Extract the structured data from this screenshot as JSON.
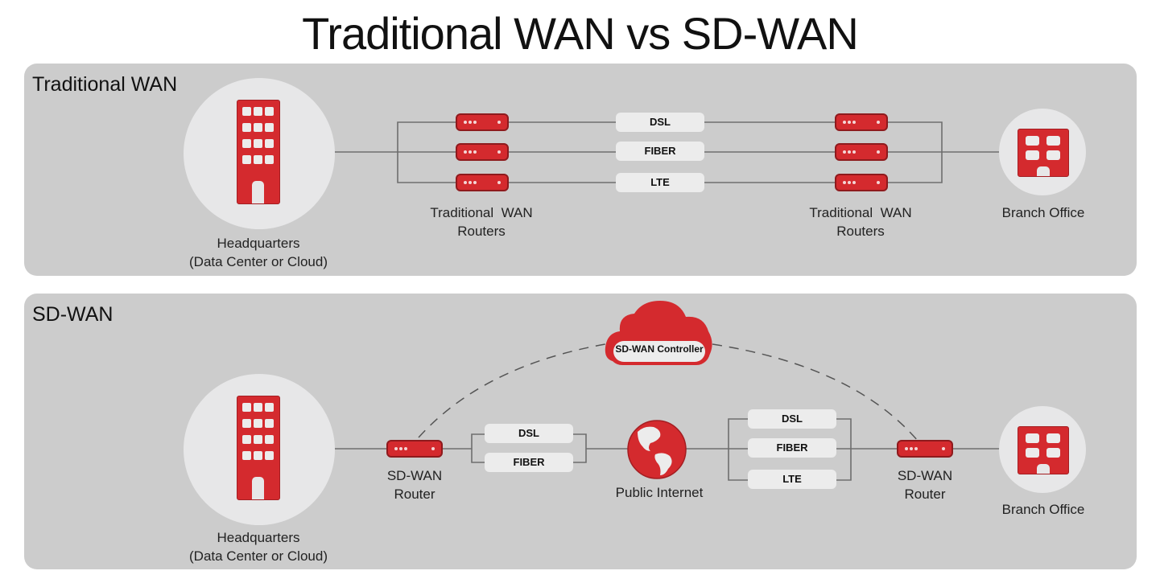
{
  "title": "Traditional WAN vs SD-WAN",
  "colors": {
    "accent_red": "#d42a2e",
    "panel_bg": "#cccccc",
    "node_circle_bg": "#e7e7e8",
    "link_label_bg": "#ececec",
    "wire": "#6e6e6e"
  },
  "traditional": {
    "label": "Traditional WAN",
    "headquarters": {
      "line1": "Headquarters",
      "line2": "(Data Center or Cloud)",
      "icon": "building-icon"
    },
    "left_routers": {
      "line1": "Traditional  WAN",
      "line2": "Routers",
      "count": 3,
      "icon": "router-icon"
    },
    "links": [
      "DSL",
      "FIBER",
      "LTE"
    ],
    "right_routers": {
      "line1": "Traditional  WAN",
      "line2": "Routers",
      "count": 3,
      "icon": "router-icon"
    },
    "branch": {
      "label": "Branch Office",
      "icon": "building-icon"
    }
  },
  "sdwan": {
    "label": "SD-WAN",
    "controller": {
      "label": "SD-WAN Controller",
      "icon": "cloud-icon"
    },
    "headquarters": {
      "line1": "Headquarters",
      "line2": "(Data Center or Cloud)",
      "icon": "building-icon"
    },
    "left_router": {
      "line1": "SD-WAN",
      "line2": "Router",
      "icon": "router-icon"
    },
    "left_links": [
      "DSL",
      "FIBER"
    ],
    "internet": {
      "label": "Public Internet",
      "icon": "globe-icon"
    },
    "right_links": [
      "DSL",
      "FIBER",
      "LTE"
    ],
    "right_router": {
      "line1": "SD-WAN",
      "line2": "Router",
      "icon": "router-icon"
    },
    "branch": {
      "label": "Branch Office",
      "icon": "building-icon"
    }
  }
}
